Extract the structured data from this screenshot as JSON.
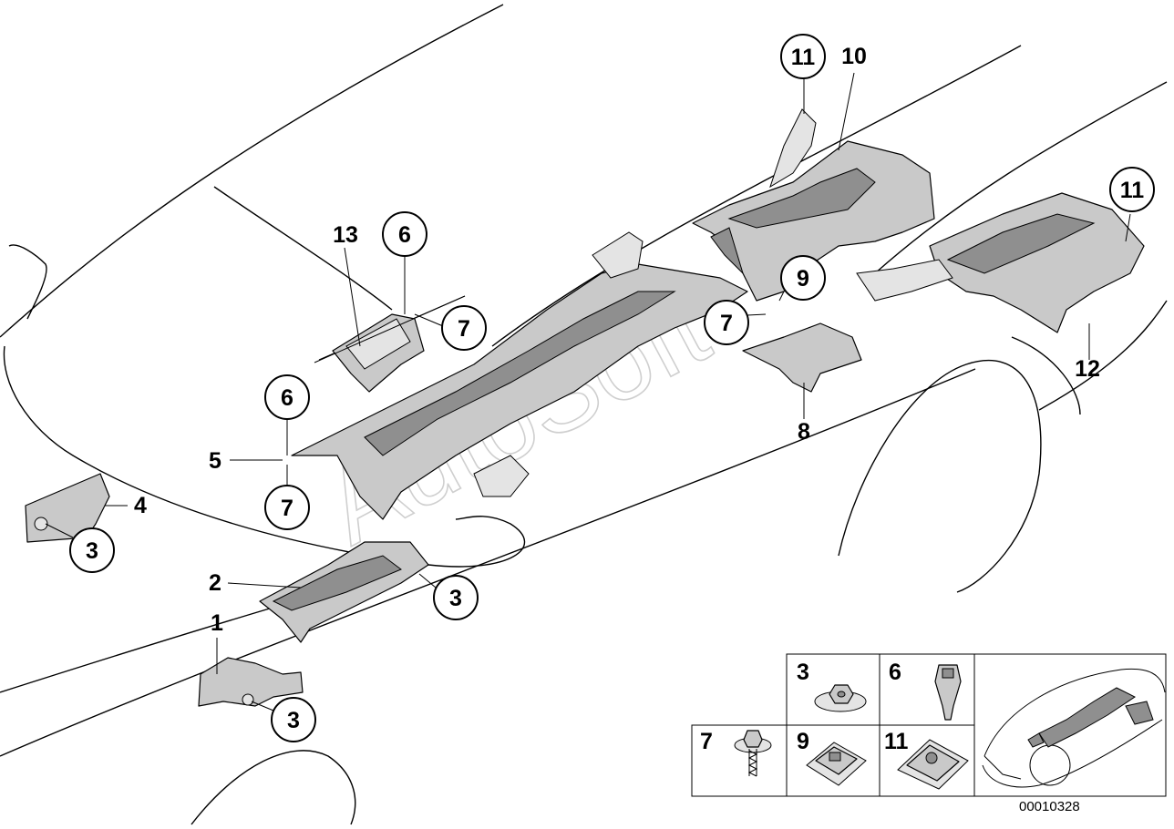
{
  "callouts": [
    {
      "id": "c11a",
      "text": "11"
    },
    {
      "id": "c10",
      "text": "10"
    },
    {
      "id": "c11b",
      "text": "11"
    },
    {
      "id": "c13",
      "text": "13"
    },
    {
      "id": "c6a",
      "text": "6"
    },
    {
      "id": "c7a",
      "text": "7"
    },
    {
      "id": "c9",
      "text": "9"
    },
    {
      "id": "c7b",
      "text": "7"
    },
    {
      "id": "c12",
      "text": "12"
    },
    {
      "id": "c6b",
      "text": "6"
    },
    {
      "id": "c5",
      "text": "5"
    },
    {
      "id": "c7c",
      "text": "7"
    },
    {
      "id": "c8",
      "text": "8"
    },
    {
      "id": "c4",
      "text": "4"
    },
    {
      "id": "c3a",
      "text": "3"
    },
    {
      "id": "c2",
      "text": "2"
    },
    {
      "id": "c3b",
      "text": "3"
    },
    {
      "id": "c1",
      "text": "1"
    },
    {
      "id": "c3c",
      "text": "3"
    }
  ],
  "legend": {
    "items": [
      {
        "label": "3"
      },
      {
        "label": "6"
      },
      {
        "label": "7"
      },
      {
        "label": "9"
      },
      {
        "label": "11"
      }
    ]
  },
  "watermark": "AutoSoft",
  "reference_number": "00010328"
}
